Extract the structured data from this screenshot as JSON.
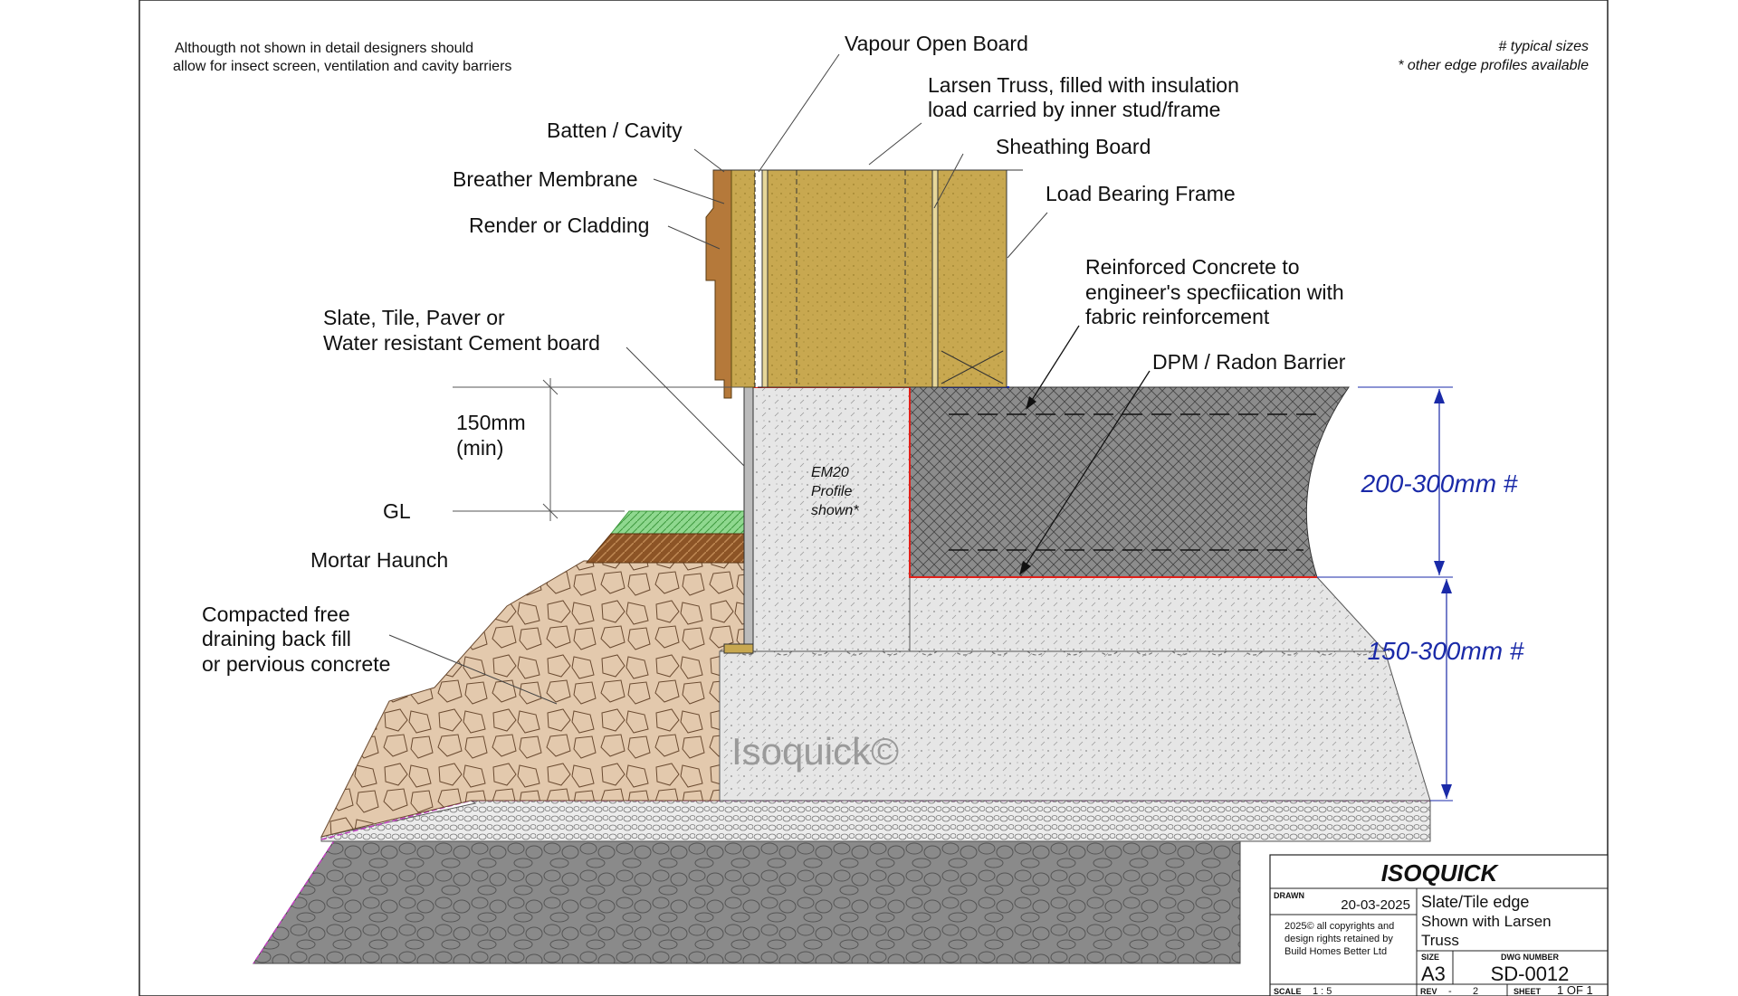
{
  "notes": {
    "general_line1": "Althougth not shown  in detail designers should",
    "general_line2": "allow for insect screen, ventilation and cavity barriers",
    "typical_sizes": "# typical sizes",
    "other_profiles": "* other edge profiles available"
  },
  "labels": {
    "vapour_open_board": "Vapour Open Board",
    "larsen_line1": "Larsen Truss, filled with insulation",
    "larsen_line2": "load carried by inner stud/frame",
    "batten_cavity": "Batten / Cavity",
    "sheathing_board": "Sheathing Board",
    "breather_membrane": "Breather Membrane",
    "load_bearing_frame": "Load Bearing Frame",
    "render_cladding": "Render or Cladding",
    "concrete_line1": "Reinforced Concrete to",
    "concrete_line2": "engineer's specfiication with",
    "concrete_line3": "fabric reinforcement",
    "slate_line1": "Slate, Tile, Paver or",
    "slate_line2": "Water resistant Cement board",
    "dpm": "DPM / Radon Barrier",
    "gap_150": "150mm",
    "gap_min": "(min)",
    "gl": "GL",
    "em20_line1": "EM20",
    "em20_line2": "Profile",
    "em20_line3": "shown*",
    "mortar_haunch": "Mortar Haunch",
    "backfill_line1": "Compacted free",
    "backfill_line2": "draining back fill",
    "backfill_line3": "or pervious concrete",
    "watermark": "Isoquick©"
  },
  "dimensions": {
    "slab": "200-300mm #",
    "base": "150-300mm #"
  },
  "title_block": {
    "company": "ISOQUICK",
    "drawn_label": "DRAWN",
    "drawn_date": "20-03-2025",
    "title_line1": "Slate/Tile edge",
    "title_line2": "Shown with Larsen",
    "title_line3": "Truss",
    "copyright_line1": "2025© all copyrights and",
    "copyright_line2": "design rights retained by",
    "copyright_line3": "Build Homes Better Ltd",
    "size_label": "SIZE",
    "size_value": "A3",
    "dwg_label": "DWG NUMBER",
    "dwg_value": "SD-0012",
    "scale_label": "SCALE",
    "scale_value": "1 : 5",
    "rev_label": "REV",
    "rev_dash": "-",
    "rev_value": "2",
    "sheet_label": "SHEET",
    "sheet_value": "1 OF 1"
  },
  "colors": {
    "timber": "#c8a850",
    "cladding": "#b5793a",
    "concrete": "#e6e6e6",
    "slab_hatch": "#8c8c8c",
    "rubble": "#e3c9ad",
    "sub_base": "#8a8a8a",
    "grass": "#8fd88f",
    "topsoil": "#8c5426",
    "dpm_red": "#e0201a",
    "dim_blue": "#1a2aa8"
  }
}
